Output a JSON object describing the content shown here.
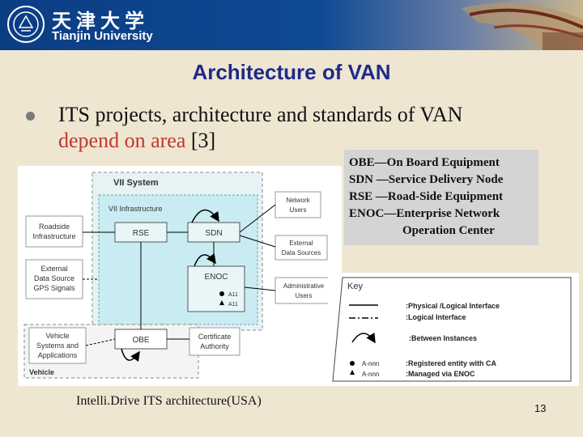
{
  "header": {
    "logo_cn": "天津大学",
    "logo_en": "Tianjin University"
  },
  "slide": {
    "title": "Architecture of VAN",
    "bullet_black": "ITS projects, architecture and standards of VAN",
    "bullet_red": "depend on area",
    "bullet_ref": " [3]",
    "page_number": "13",
    "caption": "Intelli.Drive ITS architecture(USA)"
  },
  "legend": {
    "lines": [
      "OBE—On Board Equipment",
      "SDN —Service Delivery Node",
      "RSE —Road-Side Equipment",
      "ENOC—Enterprise Network",
      "Operation Center"
    ]
  },
  "diagram": {
    "vii_system": "VII System",
    "vii_infrastructure": "VII Infrastructure",
    "rse": "RSE",
    "sdn": "SDN",
    "enoc": "ENOC",
    "obe": "OBE",
    "a11": "A11",
    "roadside_1": "Roadside",
    "roadside_2": "Infrastructure",
    "external_1": "External",
    "external_2": "Data Source",
    "external_3": "GPS Signals",
    "vehicle_sys_1": "Vehicle",
    "vehicle_sys_2": "Systems and",
    "vehicle_sys_3": "Applications",
    "vehicle": "Vehicle",
    "network_users_1": "Network",
    "network_users_2": "Users",
    "ext_data_1": "External",
    "ext_data_2": "Data Sources",
    "admin_users_1": "Administrative",
    "admin_users_2": "Users",
    "cert_1": "Certificate",
    "cert_2": "Authority"
  },
  "key": {
    "title": "Key",
    "physical": ":Physical /Logical Interface",
    "logical": ":Logical Interface",
    "between": ":Between Instances",
    "anmn1": "A-nnn",
    "anmn2": "A-nnn",
    "registered": ":Registered entity with CA",
    "managed": ":Managed via ENOC"
  },
  "colors": {
    "banner": "#0f4a94",
    "title": "#1f2a8a",
    "bullet_red": "#c0392b",
    "infra_fill": "#c9ecf2"
  }
}
